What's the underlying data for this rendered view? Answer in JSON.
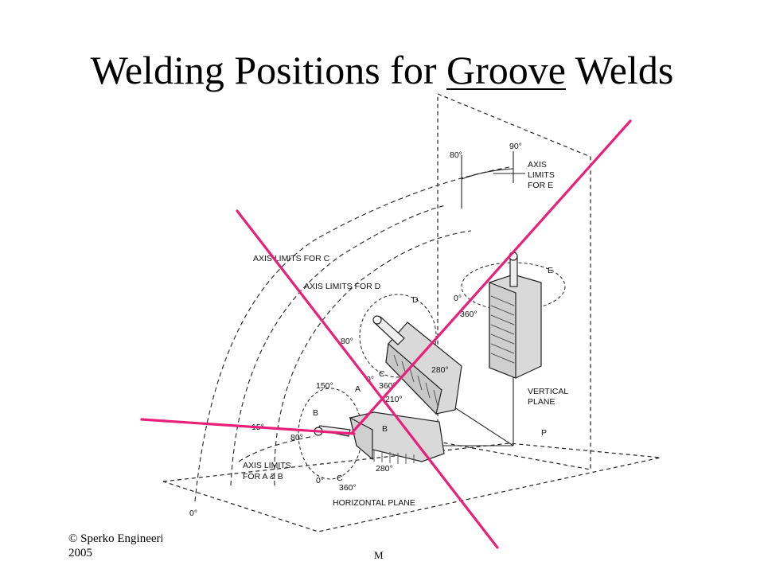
{
  "title": {
    "pre": "Welding Positions for ",
    "emph": "Groove",
    "post": " Welds"
  },
  "diagram": {
    "labels": {
      "axis_limits_c": "AXIS LIMITS FOR C",
      "axis_limits_d": "AXIS LIMITS FOR D",
      "axis_limits_e_1": "AXIS",
      "axis_limits_e_2": "LIMITS",
      "axis_limits_e_3": "FOR E",
      "axis_limits_ab_1": "AXIS LIMITS",
      "axis_limits_ab_2": "FOR A & B",
      "vertical_plane_1": "VERTICAL",
      "vertical_plane_2": "PLANE",
      "horizontal_plane": "HORIZONTAL PLANE",
      "p": "P",
      "deg_90": "90°",
      "deg_80_top": "80°",
      "deg_0_e": "0°",
      "deg_360_e": "360°",
      "e": "E",
      "d": "D",
      "deg_80_d": "80°",
      "deg_280_d": "280°",
      "c_mid": "C",
      "deg_0_mid": "0°",
      "deg_360_mid": "360°",
      "deg_210": "210°",
      "deg_150": "150°",
      "a": "A",
      "b_left": "B",
      "b_right": "B",
      "deg_15": "15°",
      "deg_80_b": "80°",
      "deg_280_b": "280°",
      "deg_0_bottom": "0°",
      "c_bottom": "C",
      "deg_360_bottom": "360°",
      "deg_0_corner": "0°"
    }
  },
  "footer": {
    "left_line1": "© Sperko Engineering",
    "left_line2": "2005",
    "center": "M"
  },
  "colors": {
    "annotation": "#e8207a"
  }
}
